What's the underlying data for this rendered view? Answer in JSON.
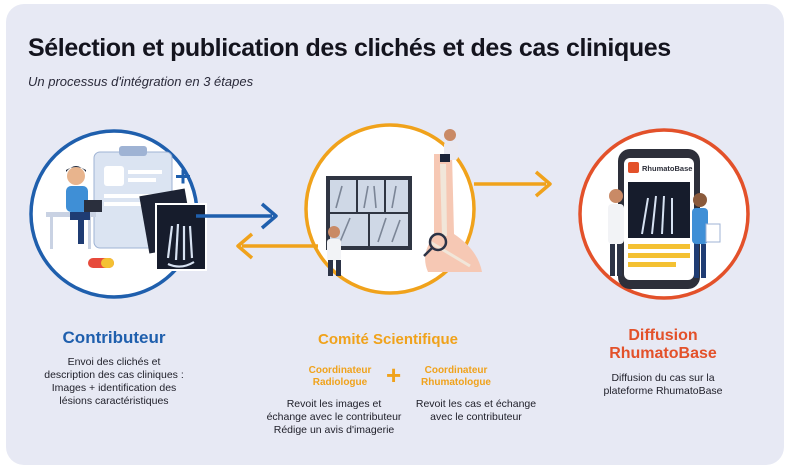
{
  "title": "Sélection et publication des clichés et des cas cliniques",
  "subtitle": "Un processus d'intégration en 3 étapes",
  "colors": {
    "contributor": "#1f5fad",
    "committee": "#f0a21b",
    "diffusion": "#e3512a",
    "background": "#e7e9f4"
  },
  "steps": {
    "contributor": {
      "title": "Contributeur",
      "lines": [
        "Envoi des clichés et",
        "description des cas cliniques :",
        "Images + identification des",
        "lésions caractéristiques"
      ]
    },
    "committee": {
      "title": "Comité Scientifique",
      "radiologist": {
        "role_1": "Coordinateur",
        "role_2": "Radiologue",
        "lines": [
          "Revoit les images et",
          "échange avec le contributeur",
          "Rédige un avis d'imagerie"
        ]
      },
      "plus": "+",
      "rheumatologist": {
        "role_1": "Coordinateur",
        "role_2": "Rhumatologue",
        "lines": [
          "Revoit les cas et échange",
          "avec le contributeur"
        ]
      }
    },
    "diffusion": {
      "title_1": "Diffusion",
      "title_2": "RhumatoBase",
      "lines": [
        "Diffusion du cas sur la",
        "plateforme RhumatoBase"
      ],
      "app_name": "RhumatoBase"
    }
  },
  "icons": [
    "contributor-illustration",
    "committee-illustration",
    "diffusion-illustration",
    "arrow-right-icon",
    "arrow-left-icon",
    "plus-icon"
  ]
}
